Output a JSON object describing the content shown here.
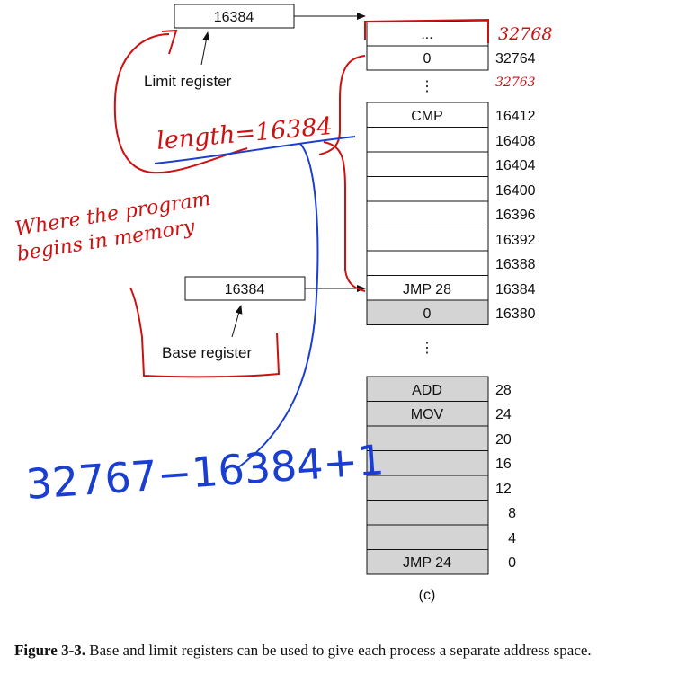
{
  "limit_register": {
    "value": "16384",
    "label": "Limit register"
  },
  "base_register": {
    "value": "16384",
    "label": "Base register"
  },
  "upper_block": [
    {
      "content": "...",
      "address": ""
    },
    {
      "content": "0",
      "address": "32764"
    }
  ],
  "program_block": [
    {
      "content": "CMP",
      "address": "16412"
    },
    {
      "content": "",
      "address": "16408"
    },
    {
      "content": "",
      "address": "16404"
    },
    {
      "content": "",
      "address": "16400"
    },
    {
      "content": "",
      "address": "16396"
    },
    {
      "content": "",
      "address": "16392"
    },
    {
      "content": "",
      "address": "16388"
    },
    {
      "content": "JMP 28",
      "address": "16384"
    },
    {
      "content": "0",
      "address": "16380"
    }
  ],
  "lower_block": [
    {
      "content": "ADD",
      "address": "28"
    },
    {
      "content": "MOV",
      "address": "24"
    },
    {
      "content": "",
      "address": "20"
    },
    {
      "content": "",
      "address": "16"
    },
    {
      "content": "",
      "address": "12"
    },
    {
      "content": "",
      "address": "8"
    },
    {
      "content": "",
      "address": "4"
    },
    {
      "content": "JMP  24",
      "address": "0"
    }
  ],
  "ellipsis": "⋮",
  "subfigure_label": "(c)",
  "annotations": {
    "addr_32768": "32768",
    "addr_32763": "32763",
    "length_note": "length=16384",
    "where_note_line1": "Where the program",
    "where_note_line2": "begins in memory",
    "formula": "32767−16384+1"
  },
  "caption": {
    "label": "Figure 3-3.",
    "text": "Base and limit registers can be used to give each process a separate address space."
  },
  "colors": {
    "gray_cell": "#d4d4d4",
    "red_ink": "#cc1111",
    "blue_ink": "#1a3fd0"
  }
}
